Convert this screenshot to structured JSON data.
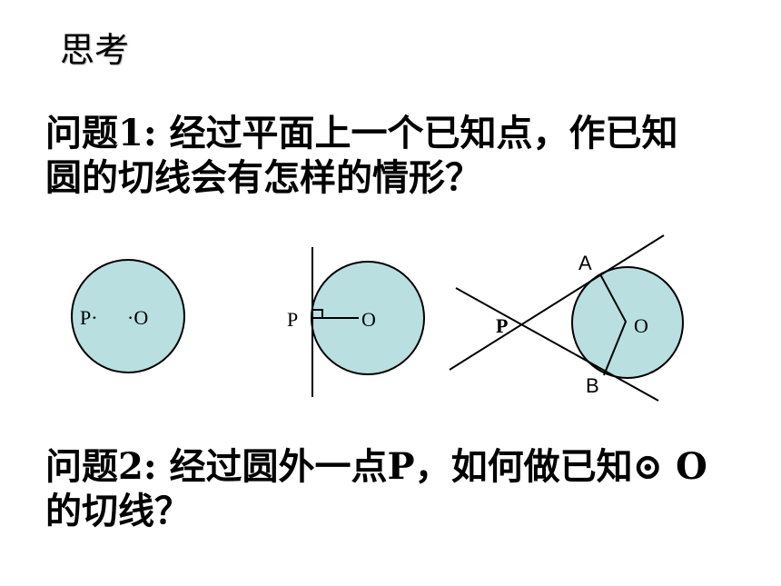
{
  "title": "思考",
  "question1": {
    "line1": "问题1: 经过平面上一个已知点，作已知",
    "line2": "圆的切线会有怎样的情形？"
  },
  "figures": {
    "fill_color": "#b9dfe0",
    "fig1": {
      "p_label": "P·",
      "o_label": "·O"
    },
    "fig2": {
      "p_label": "P",
      "o_label": "O"
    },
    "fig3": {
      "p_label": "P",
      "o_label": "O",
      "a_label": "A",
      "b_label": "B"
    }
  },
  "question2": {
    "line1": "问题2: 经过圆外一点P，如何做已知⊙ O",
    "line2": "的切线？"
  }
}
